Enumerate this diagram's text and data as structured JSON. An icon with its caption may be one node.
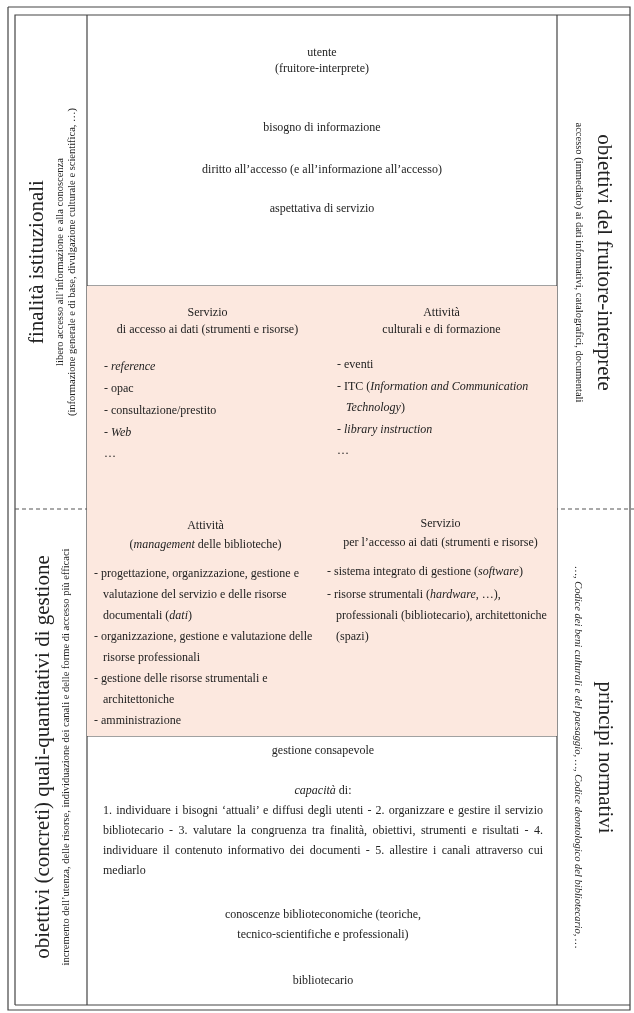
{
  "diagram": {
    "nodes": [
      {
        "text": [
          "finalità istituzionali",
          "libero accesso all’informazione e alla conoscenza",
          "(informazione generale e di base, divulgazione culturale e scientifica, …)"
        ]
      },
      {
        "text": [
          "utente",
          "(fruitore-interprete)",
          "bisogno di informazione",
          "diritto all’accesso (e all’informazione all’accesso)",
          "aspettativa di servizio"
        ]
      },
      {
        "text": [
          "obiettivi del fruitore-interprete",
          "accesso (immediato) ai dati informativi, catalografici, documentali"
        ]
      },
      {
        "text": [
          "Servizio",
          "di accesso ai dati (strumenti e risorse)",
          "- *reference*",
          "- opac",
          "- consultazione/prestito",
          "- *Web*",
          "…"
        ]
      },
      {
        "text": [
          "Attività",
          "culturali e di formazione",
          "- eventi",
          "- ITC (*Information and Communication Technology*)",
          "- *library instruction*",
          "…"
        ]
      },
      {
        "text": [
          "obiettivi (concreti) quali-quantitativi di gestione",
          "incremento dell’utenza, delle risorse, individuazione dei canali e delle forme di accesso più efficaci"
        ]
      },
      {
        "text": [
          "Attività",
          "(*management* delle biblioteche)",
          "- progettazione, organizzazione, gestione e valutazione del servizio e delle risorse documentali (*dati*)",
          "- organizzazione, gestione e valutazione delle risorse professionali",
          "- gestione delle risorse strumentali e architettoniche",
          "- amministrazione"
        ]
      },
      {
        "text": [
          "Servizio",
          "per l’accesso ai dati (strumenti e risorse)",
          "- sistema integrato di gestione (*software*)",
          "- risorse strumentali (*hardware*, …), professionali (bibliotecario), architettoniche (spazi)"
        ]
      },
      {
        "text": [
          "principi normativi",
          "…, *Codice dei beni culturali e del paesaggio*, …, *Codice deontologico del bibliotecario*, …"
        ]
      },
      {
        "text": [
          "gestione consapevole",
          "*capacità* di:",
          "1. individuare i bisogni ‘attuali’ e diffusi degli utenti - 2. organizzare e gestire il servizio bibliotecario - 3. valutare la congruenza tra finalità, obiettivi, strumenti e risultati - 4. individuare il contenuto informativo dei documenti - 5. allestire i canali attraverso cui mediarlo",
          "conoscenze biblioteconomiche (teoriche, tecnico-scientifiche e professionali)",
          "bibliotecario"
        ]
      }
    ]
  }
}
